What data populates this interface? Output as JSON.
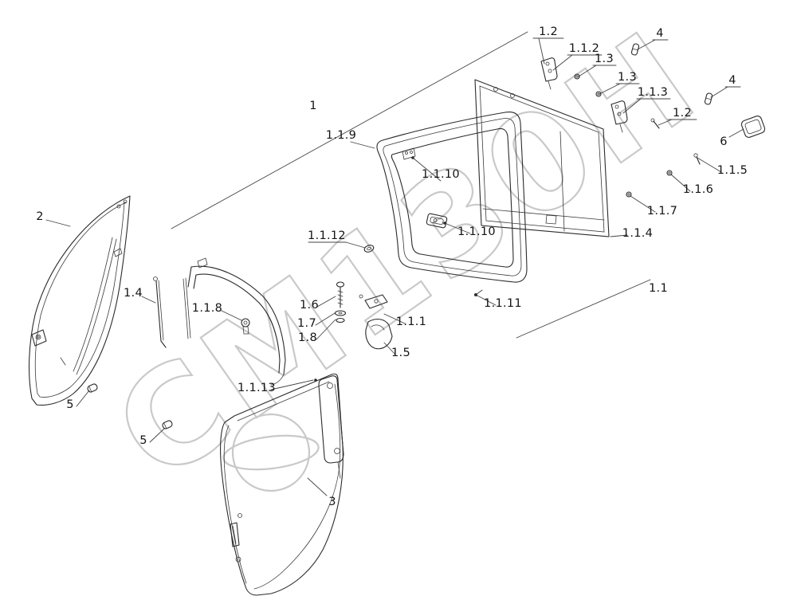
{
  "diagram": {
    "watermark": "СМ130Н",
    "labels": [
      {
        "text": "1.2"
      },
      {
        "text": "1.1.2"
      },
      {
        "text": "4"
      },
      {
        "text": "1.3"
      },
      {
        "text": "1.3"
      },
      {
        "text": "1.1.3"
      },
      {
        "text": "4"
      },
      {
        "text": "1.2"
      },
      {
        "text": "6"
      },
      {
        "text": "1"
      },
      {
        "text": "1.1.9"
      },
      {
        "text": "1.1.5"
      },
      {
        "text": "1.1.10"
      },
      {
        "text": "1.1.6"
      },
      {
        "text": "1.1.7"
      },
      {
        "text": "1.1.4"
      },
      {
        "text": "2"
      },
      {
        "text": "1.1.10"
      },
      {
        "text": "1.1.12"
      },
      {
        "text": "1.1"
      },
      {
        "text": "1.4"
      },
      {
        "text": "1.1.8"
      },
      {
        "text": "1.6"
      },
      {
        "text": "1.1.11"
      },
      {
        "text": "1.7"
      },
      {
        "text": "1.8"
      },
      {
        "text": "1.1.1"
      },
      {
        "text": "1.5"
      },
      {
        "text": "1.1.13"
      },
      {
        "text": "5"
      },
      {
        "text": "5"
      },
      {
        "text": "3"
      }
    ]
  }
}
